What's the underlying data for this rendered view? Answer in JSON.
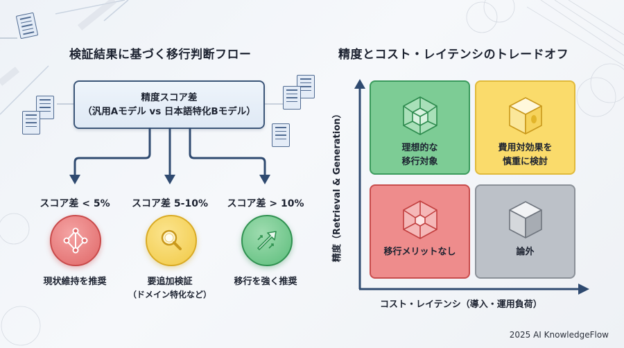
{
  "left_panel": {
    "title": "検証結果に基づく移行判断フロー",
    "source_box": {
      "line1": "精度スコア差",
      "line2": "（汎用Aモデル vs 日本語特化Bモデル）"
    },
    "branches": [
      {
        "condition": "スコア差 < 5%",
        "icon": "diamond-nodes-icon",
        "color": "#e87373",
        "recommendation": [
          "現状維持を推奨"
        ]
      },
      {
        "condition": "スコア差 5-10%",
        "icon": "magnifier-icon",
        "color": "#f5d15a",
        "recommendation": [
          "要追加検証",
          "（ドメイン特化など）"
        ]
      },
      {
        "condition": "スコア差 > 10%",
        "icon": "trend-arrow-up-icon",
        "color": "#5fbf7e",
        "recommendation": [
          "移行を強く推奨"
        ]
      }
    ]
  },
  "right_panel": {
    "title": "精度とコスト・レイテンシのトレードオフ",
    "y_axis_label": "精度（Retrieval & Generation）",
    "x_axis_label": "コスト・レイテンシ（導入・運用負荷）",
    "quadrants": [
      {
        "position": "top-left",
        "lines": [
          "理想的な",
          "移行対象"
        ],
        "icon": "hexagon-crystal-icon",
        "fill": "#7dcc95",
        "border": "#3a9a5c"
      },
      {
        "position": "top-right",
        "lines": [
          "費用対効果を",
          "慎重に検討"
        ],
        "icon": "cube-coin-icon",
        "fill": "#fadb6b",
        "border": "#e0b93a"
      },
      {
        "position": "bottom-left",
        "lines": [
          "移行メリットなし"
        ],
        "icon": "hexagon-cube-icon",
        "fill": "#ee8c8c",
        "border": "#c84c4c"
      },
      {
        "position": "bottom-right",
        "lines": [
          "論外"
        ],
        "icon": "gray-cube-icon",
        "fill": "#bcc1c8",
        "border": "#8a9098"
      }
    ]
  },
  "footer": "2025 AI KnowledgeFlow",
  "colors": {
    "line": "#2f4a70",
    "text": "#1c2230"
  }
}
